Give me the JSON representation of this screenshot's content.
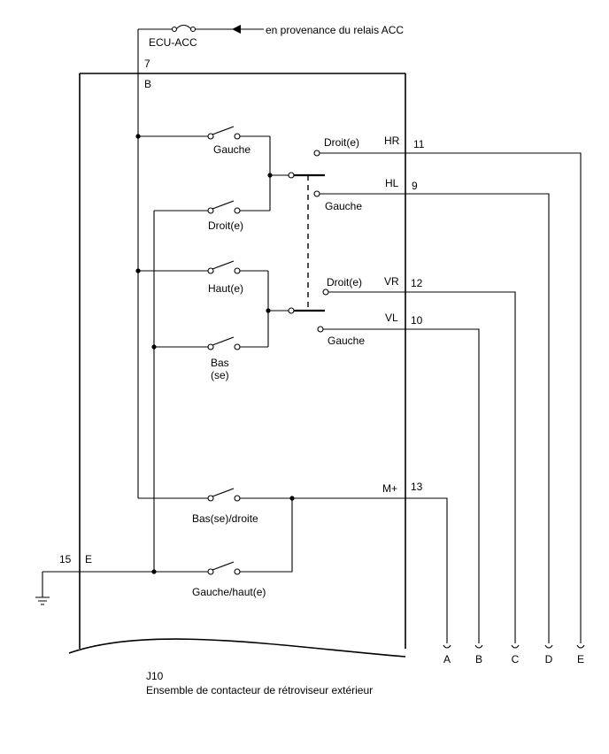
{
  "source": {
    "fuse_label": "ECU-ACC",
    "note": "en provenance du relais ACC"
  },
  "pins": {
    "p7": "7",
    "b": "B",
    "p11": "11",
    "hr": "HR",
    "p9": "9",
    "hl": "HL",
    "p12": "12",
    "vr": "VR",
    "p10": "10",
    "vl": "VL",
    "p13": "13",
    "mplus": "M+",
    "p15": "15",
    "e": "E"
  },
  "switches": {
    "gauche": "Gauche",
    "droit": "Droit(e)",
    "haut": "Haut(e)",
    "bas_line1": "Bas",
    "bas_line2": "(se)",
    "bas_droite": "Bas(se)/droite",
    "gauche_haut": "Gauche/haut(e)"
  },
  "selector": {
    "top_droit": "Droit(e)",
    "top_gauche": "Gauche",
    "bottom_droit": "Droit(e)",
    "bottom_gauche": "Gauche"
  },
  "outputs": [
    "A",
    "B",
    "C",
    "D",
    "E"
  ],
  "component": {
    "code": "J10",
    "name": "Ensemble de contacteur de rétroviseur extérieur"
  }
}
